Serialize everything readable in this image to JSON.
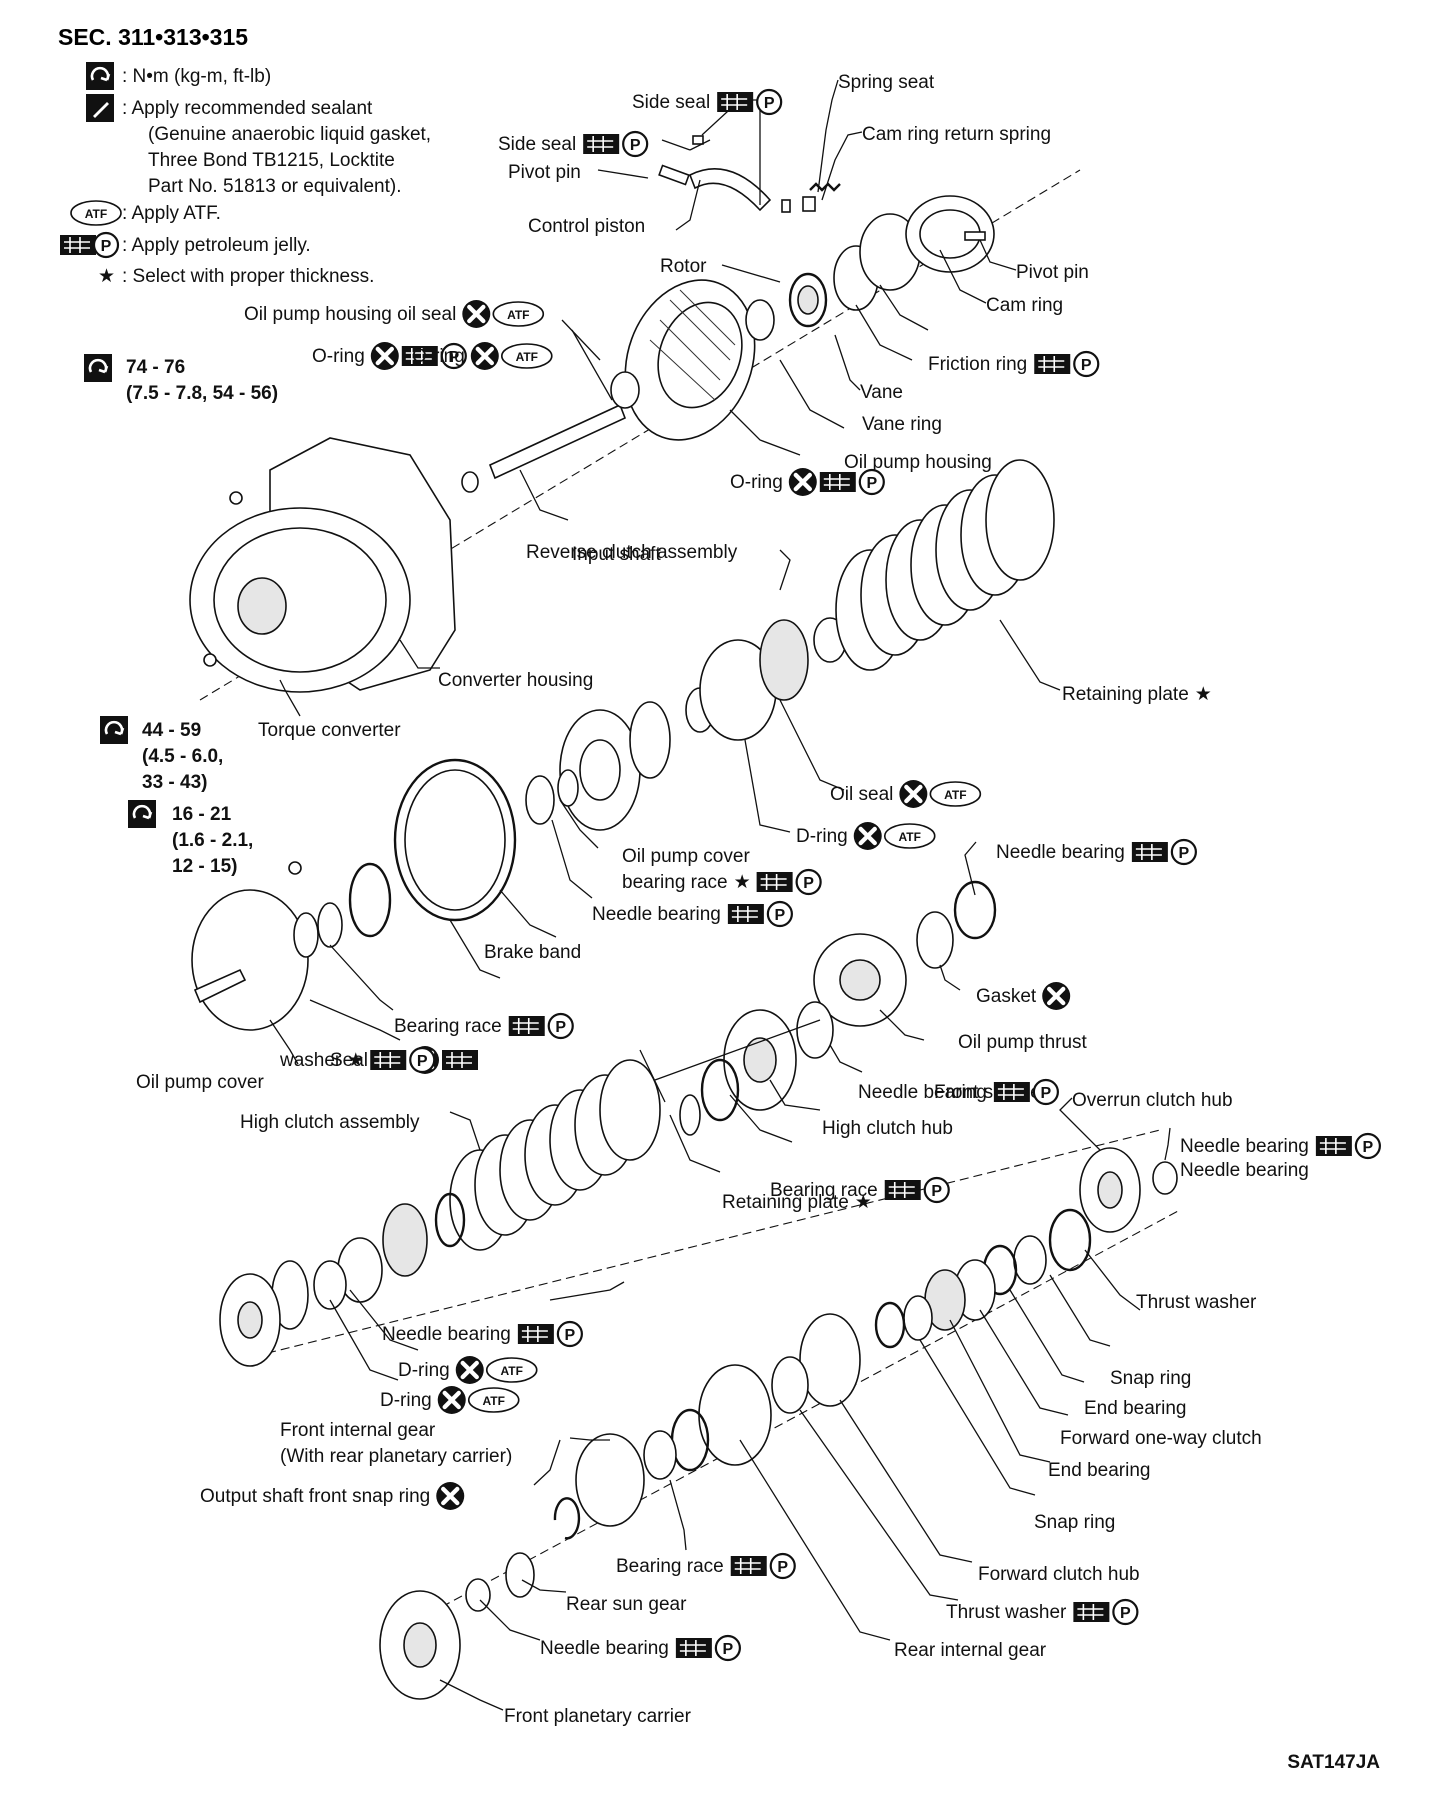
{
  "section_title": "SEC. 311•313•315",
  "diagram_code": "SAT147JA",
  "legend": [
    {
      "icon": "torque-icon",
      "text": ": N•m (kg-m, ft-lb)"
    },
    {
      "icon": "sealant-icon",
      "text": ": Apply recommended sealant"
    },
    {
      "icon": "",
      "text": "(Genuine anaerobic liquid gasket,"
    },
    {
      "icon": "",
      "text": "Three Bond TB1215, Locktite"
    },
    {
      "icon": "",
      "text": "Part No. 51813 or equivalent)."
    },
    {
      "icon": "atf-icon",
      "text": ": Apply ATF."
    },
    {
      "icon": "petroleum-jelly-icon",
      "text": ": Apply petroleum jelly."
    },
    {
      "icon": "star-icon",
      "text": ": Select with proper thickness."
    }
  ],
  "symbols": {
    "atf": "ATF",
    "p": "P",
    "star": "★"
  },
  "torques": [
    {
      "l1": "74 - 76",
      "l2": "(7.5 - 7.8, 54 - 56)",
      "l3": ""
    },
    {
      "l1": "44 - 59",
      "l2": "(4.5 - 6.0,",
      "l3": "33 - 43)"
    },
    {
      "l1": "16 - 21",
      "l2": "(1.6 - 2.1,",
      "l3": "12 - 15)"
    }
  ],
  "labels": [
    {
      "text": "Spring seat",
      "icons": ""
    },
    {
      "text": "Side seal",
      "icons": "JP"
    },
    {
      "text": "Cam ring return spring",
      "icons": ""
    },
    {
      "text": "Side seal",
      "icons": "JP"
    },
    {
      "text": "Pivot pin",
      "icons": ""
    },
    {
      "text": "Control piston",
      "icons": ""
    },
    {
      "text": "Pivot pin",
      "icons": ""
    },
    {
      "text": "Rotor",
      "icons": ""
    },
    {
      "text": "Cam ring",
      "icons": ""
    },
    {
      "text": "Oil pump housing oil seal",
      "icons": "XA"
    },
    {
      "text": "O-ring",
      "icons": "XJP"
    },
    {
      "text": "O-ring",
      "icons": "XA"
    },
    {
      "text": "Friction ring",
      "icons": "JP"
    },
    {
      "text": "Vane",
      "icons": ""
    },
    {
      "text": "Vane ring",
      "icons": ""
    },
    {
      "text": "Oil pump housing",
      "icons": ""
    },
    {
      "text": "O-ring",
      "icons": "XJP"
    },
    {
      "text": "Input shaft",
      "icons": ""
    },
    {
      "text": "Reverse clutch assembly",
      "icons": ""
    },
    {
      "text": "Converter housing",
      "icons": ""
    },
    {
      "text": "Retaining plate",
      "icons": "S"
    },
    {
      "text": "Torque converter",
      "icons": ""
    },
    {
      "text": "Oil seal",
      "icons": "XA"
    },
    {
      "text": "D-ring",
      "icons": "XA"
    },
    {
      "text": "Oil pump cover",
      "icons": ""
    },
    {
      "text": "bearing race",
      "icons": "SJP"
    },
    {
      "text": "Needle bearing",
      "icons": "JP"
    },
    {
      "text": "Needle bearing",
      "icons": "JP"
    },
    {
      "text": "Brake band",
      "icons": ""
    },
    {
      "text": "Gasket",
      "icons": "X"
    },
    {
      "text": "Bearing race",
      "icons": "JP"
    },
    {
      "text": "Seal ring",
      "icons": "XJ"
    },
    {
      "text": "Oil pump thrust",
      "icons": ""
    },
    {
      "text": "washer",
      "icons": "SJP"
    },
    {
      "text": "Front sun gear",
      "icons": ""
    },
    {
      "text": "Oil pump cover",
      "icons": ""
    },
    {
      "text": "Needle bearing",
      "icons": "JP"
    },
    {
      "text": "High clutch assembly",
      "icons": ""
    },
    {
      "text": "High clutch hub",
      "icons": ""
    },
    {
      "text": "Overrun clutch hub",
      "icons": ""
    },
    {
      "text": "Needle bearing",
      "icons": "JP"
    },
    {
      "text": "Needle bearing",
      "icons": ""
    },
    {
      "text": "Bearing race",
      "icons": "JP"
    },
    {
      "text": "Retaining plate",
      "icons": "S"
    },
    {
      "text": "Thrust washer",
      "icons": ""
    },
    {
      "text": "Needle bearing",
      "icons": "JP"
    },
    {
      "text": "Snap ring",
      "icons": ""
    },
    {
      "text": "D-ring",
      "icons": "XA"
    },
    {
      "text": "End bearing",
      "icons": ""
    },
    {
      "text": "D-ring",
      "icons": "XA"
    },
    {
      "text": "Front internal gear",
      "icons": ""
    },
    {
      "text": "Forward one-way clutch",
      "icons": ""
    },
    {
      "text": "(With rear planetary carrier)",
      "icons": ""
    },
    {
      "text": "End bearing",
      "icons": ""
    },
    {
      "text": "Output shaft front snap ring",
      "icons": "X"
    },
    {
      "text": "Snap ring",
      "icons": ""
    },
    {
      "text": "Bearing race",
      "icons": "JP"
    },
    {
      "text": "Forward clutch hub",
      "icons": ""
    },
    {
      "text": "Rear sun gear",
      "icons": ""
    },
    {
      "text": "Thrust washer",
      "icons": "JP"
    },
    {
      "text": "Needle bearing",
      "icons": "JP"
    },
    {
      "text": "Rear internal gear",
      "icons": ""
    },
    {
      "text": "Front planetary carrier",
      "icons": ""
    }
  ]
}
